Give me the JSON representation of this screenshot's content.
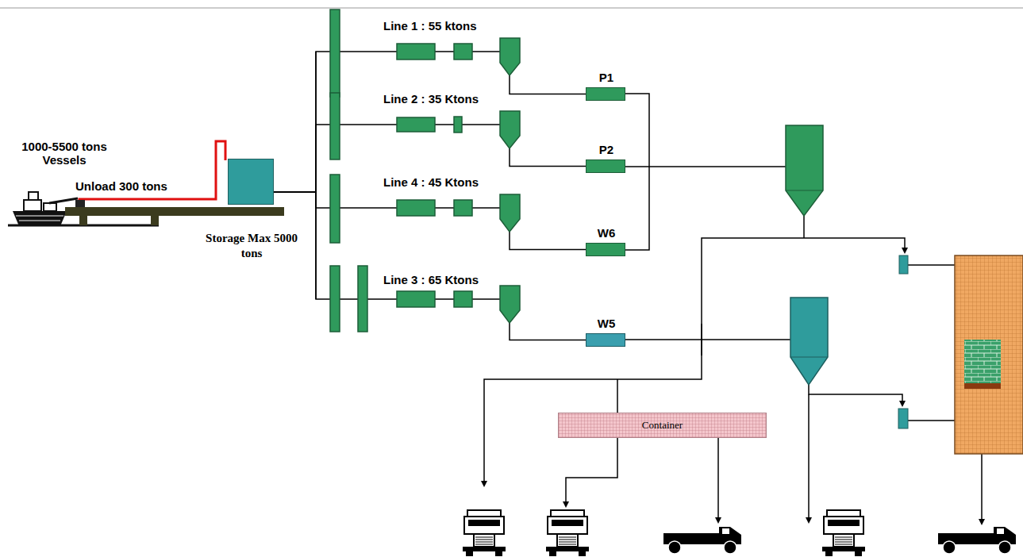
{
  "diagram": {
    "nodes": [
      {
        "text": [
          "Storage Max 5000 tons"
        ]
      },
      {
        "text": [
          "P1"
        ]
      },
      {
        "text": [
          "P2"
        ]
      },
      {
        "text": [
          "W6"
        ]
      },
      {
        "text": [
          "W5"
        ]
      },
      {
        "text": [
          "Container"
        ]
      }
    ],
    "edges": [
      {
        "from": 0,
        "to": 1,
        "arrow": "none"
      },
      {
        "from": 0,
        "to": 2,
        "arrow": "none"
      },
      {
        "from": 0,
        "to": 3,
        "arrow": "none"
      },
      {
        "from": 0,
        "to": 4,
        "arrow": "none"
      }
    ],
    "labels": [
      "1000-5500 tons Vessels",
      "Unload 300 tons",
      "Line 1 : 55 ktons",
      "Line 2 : 35 Ktons",
      "Line 4 : 45 Ktons",
      "Line 3 : 65 Ktons"
    ]
  }
}
